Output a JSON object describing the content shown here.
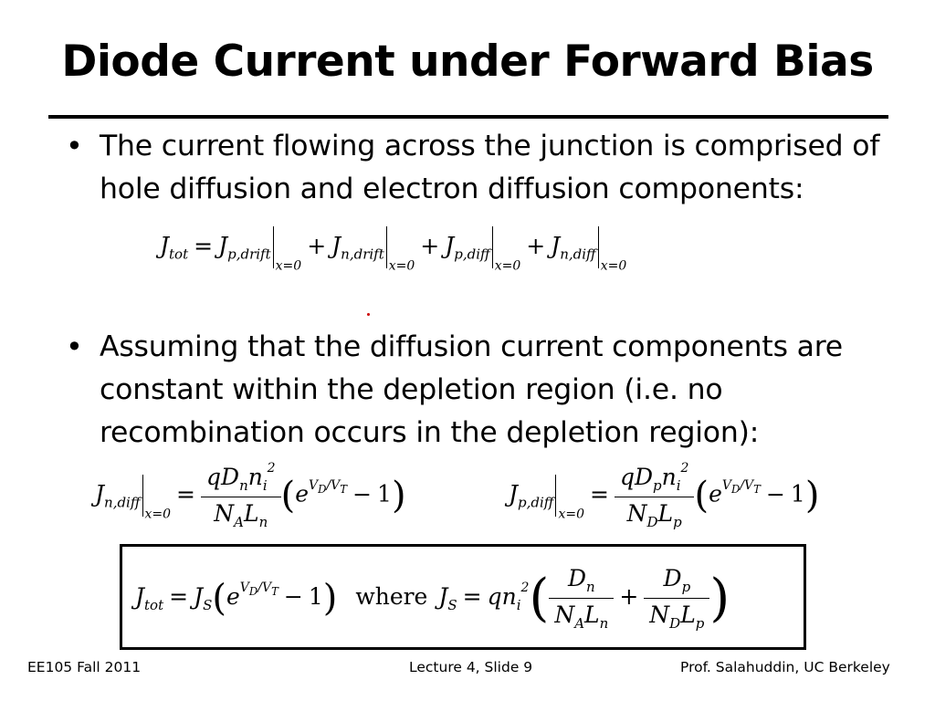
{
  "slide": {
    "title": "Diode Current under Forward Bias",
    "bullets": [
      "The current flowing across the junction is comprised of hole diffusion and electron diffusion components:",
      "Assuming that the diffusion current components are constant within the depletion region (i.e. no recombination occurs in the depletion region):"
    ],
    "bullet_symbol": "•"
  },
  "equations": {
    "total": "J_tot = J_p,drift|x=0 + J_n,drift|x=0 + J_p,diff|x=0 + J_n,diff|x=0",
    "n_diff": "J_n,diff|x=0 = (q D_n n_i^2 / N_A L_n)(e^(V_D/V_T) − 1)",
    "p_diff": "J_p,diff|x=0 = (q D_p n_i^2 / N_D L_p)(e^(V_D/V_T) − 1)",
    "boxed": "J_tot = J_S(e^(V_D/V_T) − 1) where J_S = q n_i^2 (D_n/(N_A L_n) + D_p/(N_D L_p))",
    "where_label": "where"
  },
  "footer": {
    "left": "EE105 Fall 2011",
    "center": "Lecture 4, Slide 9",
    "right": "Prof. Salahuddin, UC Berkeley"
  },
  "colors": {
    "text": "#000000",
    "background": "#ffffff"
  }
}
